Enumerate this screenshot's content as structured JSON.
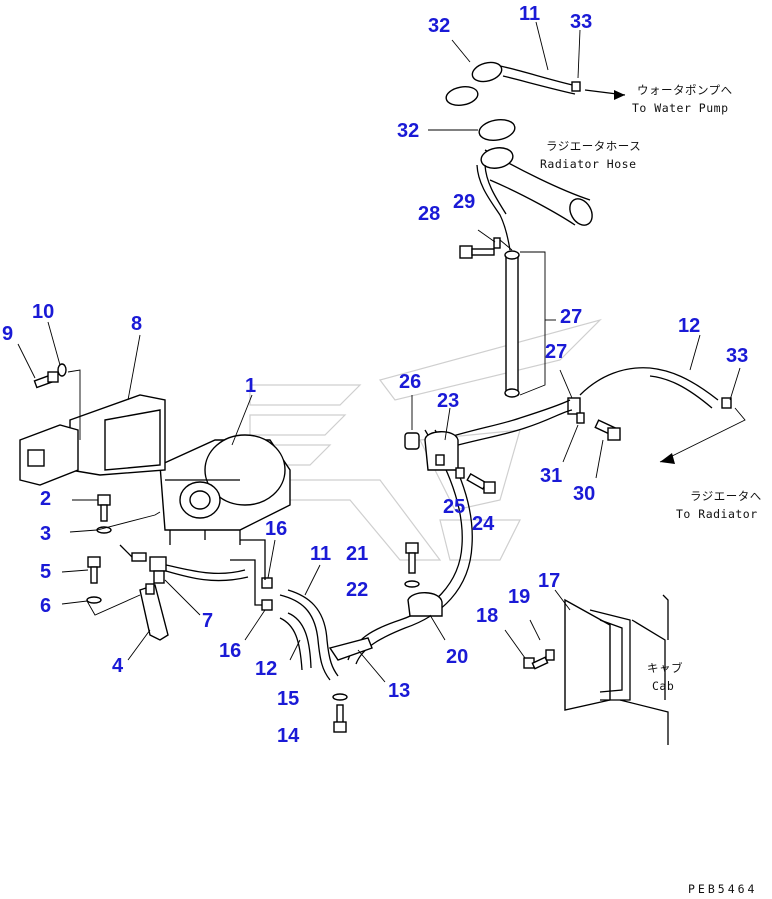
{
  "callouts": {
    "c1": "1",
    "c2": "2",
    "c3": "3",
    "c4": "4",
    "c5": "5",
    "c6": "6",
    "c7": "7",
    "c8": "8",
    "c9": "9",
    "c10": "10",
    "c11a": "11",
    "c11b": "11",
    "c12a": "12",
    "c12b": "12",
    "c13": "13",
    "c14": "14",
    "c15": "15",
    "c16a": "16",
    "c16b": "16",
    "c17": "17",
    "c18": "18",
    "c19": "19",
    "c20": "20",
    "c21": "21",
    "c22": "22",
    "c23": "23",
    "c24": "24",
    "c25": "25",
    "c26": "26",
    "c27a": "27",
    "c27b": "27",
    "c28": "28",
    "c29": "29",
    "c30": "30",
    "c31": "31",
    "c32a": "32",
    "c32b": "32",
    "c33a": "33",
    "c33b": "33"
  },
  "notes": {
    "water_pump_jp": "ウォータポンプへ",
    "water_pump_en": "To Water Pump",
    "radiator_hose_jp": "ラジエータホース",
    "radiator_hose_en": "Radiator Hose",
    "to_radiator_jp": "ラジエータへ",
    "to_radiator_en": "To Radiator",
    "cab_jp": "キャブ",
    "cab_en": "Cab"
  },
  "drawing_code": "PEB5464",
  "colors": {
    "callout": "#1a1ad6",
    "line": "#000000",
    "watermark": "#cfcfcf"
  }
}
